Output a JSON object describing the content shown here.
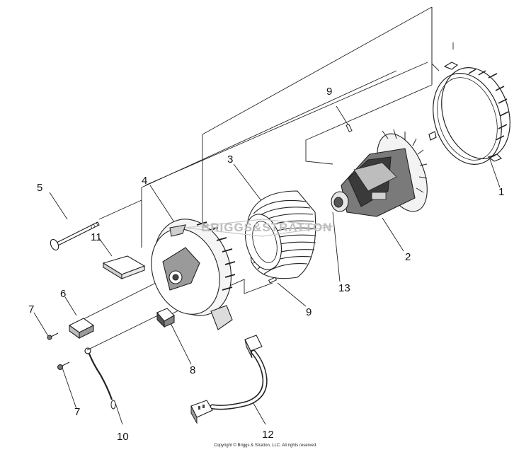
{
  "callouts": [
    "1",
    "2",
    "3",
    "4",
    "5",
    "6",
    "7",
    "7",
    "8",
    "9",
    "9",
    "10",
    "11",
    "12",
    "13"
  ],
  "watermark": "BRIGGS&STRATTON",
  "copyright": "Copyright © Briggs & Stratton, LLC. All rights reserved."
}
